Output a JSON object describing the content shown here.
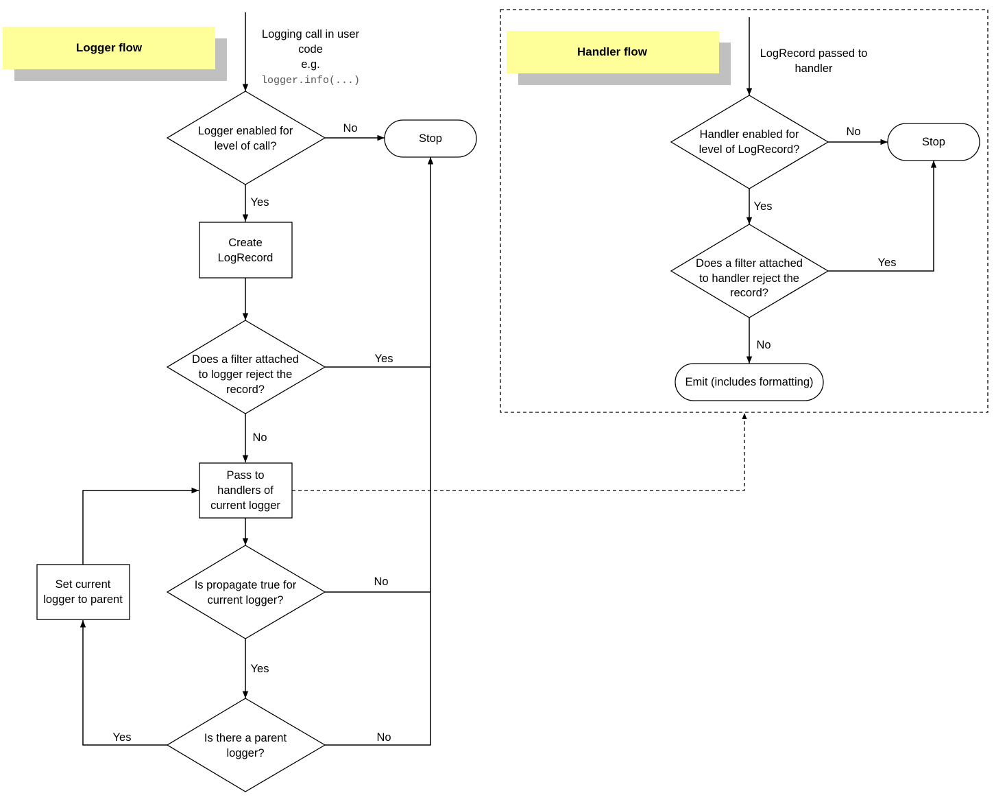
{
  "logger_flow": {
    "title": "Logger flow",
    "start": [
      "Logging call in user",
      "code",
      "e.g."
    ],
    "start_code": "logger.info(...)",
    "decision_enabled": [
      "Logger enabled for",
      "level of call?"
    ],
    "stop": "Stop",
    "create_record": [
      "Create",
      "LogRecord"
    ],
    "decision_filter": [
      "Does a filter attached",
      "to logger reject the",
      "record?"
    ],
    "pass_to_handlers": [
      "Pass to",
      "handlers of",
      "current logger"
    ],
    "decision_propagate": [
      "Is propagate true for",
      "current logger?"
    ],
    "decision_parent": [
      "Is there a parent",
      "logger?"
    ],
    "set_parent": [
      "Set current",
      "logger to parent"
    ],
    "yes": "Yes",
    "no": "No"
  },
  "handler_flow": {
    "title": "Handler flow",
    "start": [
      "LogRecord passed to",
      "handler"
    ],
    "decision_enabled": [
      "Handler enabled for",
      "level of LogRecord?"
    ],
    "stop": "Stop",
    "decision_filter": [
      "Does a filter attached",
      "to handler reject the",
      "record?"
    ],
    "emit": "Emit (includes formatting)",
    "yes": "Yes",
    "no": "No"
  },
  "colors": {
    "title_box": "#ffff99",
    "title_shadow": "#c0c0c0"
  }
}
